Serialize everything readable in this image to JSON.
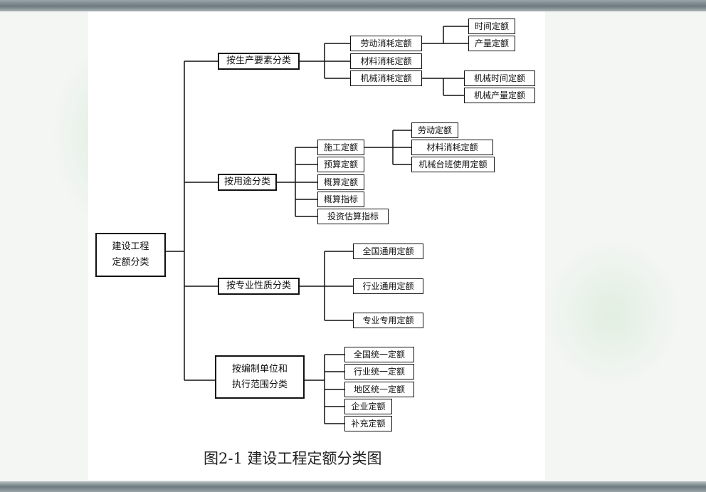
{
  "diagram": {
    "root": {
      "line1": "建设工程",
      "line2": "定额分类"
    },
    "branch1": {
      "label": "按生产要素分类",
      "children": [
        "劳动消耗定额",
        "材料消耗定额",
        "机械消耗定额"
      ],
      "labor_children": [
        "时间定额",
        "产量定额"
      ],
      "machine_children": [
        "机械时间定额",
        "机械产量定额"
      ]
    },
    "branch2": {
      "label": "按用途分类",
      "children": [
        "施工定额",
        "预算定额",
        "概算定额",
        "概算指标",
        "投资估算指标"
      ],
      "construction_children": [
        "劳动定额",
        "材料消耗定额",
        "机械台班使用定额"
      ]
    },
    "branch3": {
      "label": "按专业性质分类",
      "children": [
        "全国通用定额",
        "行业通用定额",
        "专业专用定额"
      ]
    },
    "branch4": {
      "line1": "按编制单位和",
      "line2": "执行范围分类",
      "children": [
        "全国统一定额",
        "行业统一定额",
        "地区统一定额",
        "企业定额",
        "补充定额"
      ]
    }
  },
  "caption": "图2-1  建设工程定额分类图"
}
